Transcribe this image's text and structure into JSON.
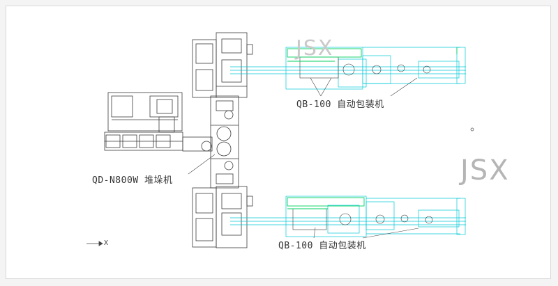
{
  "labels": {
    "stacker": "QD-N800W 堆垛机",
    "packer_top": "QB-100 自动包装机",
    "packer_bottom": "QB-100 自动包装机"
  },
  "watermarks": {
    "main": "JSX",
    "top": "JSX"
  },
  "axis_indicator": "X",
  "colors": {
    "machine_line": "#3a3a3a",
    "conveyor": "#00c8d8",
    "highlight": "#00d060",
    "watermark": "#b5b5b5"
  }
}
